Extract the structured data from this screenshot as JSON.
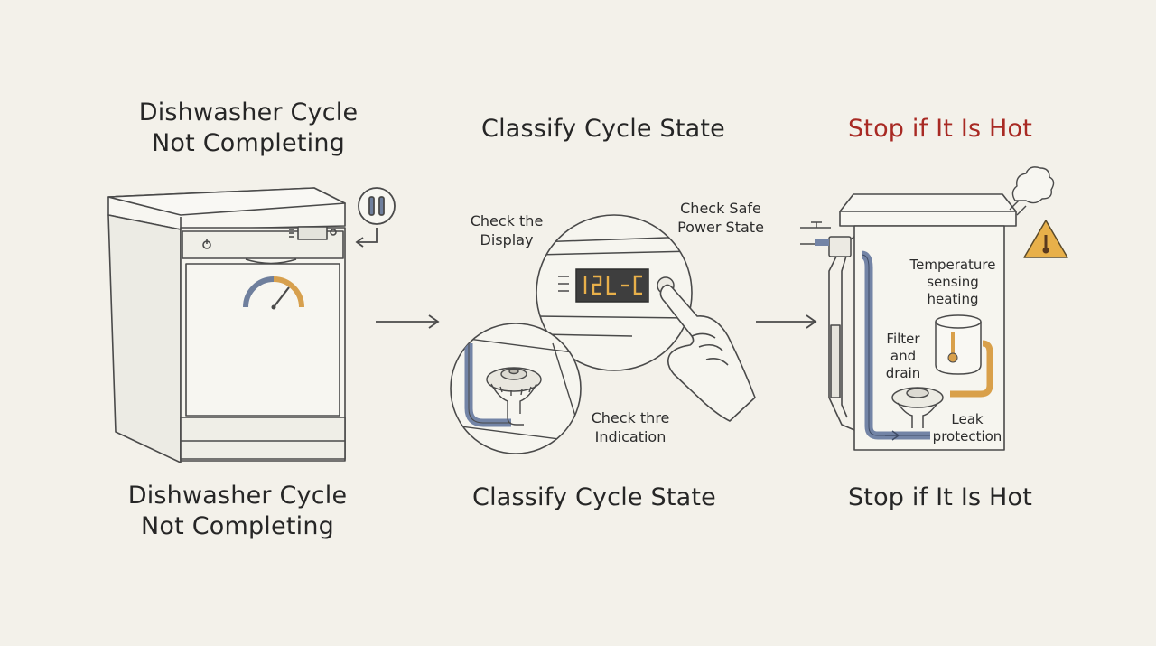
{
  "colors": {
    "background": "#f3f1ea",
    "line": "#4a4a4a",
    "warning_title": "#a82a24",
    "hose_blue": "#7384a6",
    "heat_orange": "#d9a04a",
    "warning_yellow": "#e8b04a"
  },
  "panel1": {
    "title_line1": "Dishwasher Cycle",
    "title_line2": "Not Completing",
    "caption_line1": "Dishwasher Cycle",
    "caption_line2": "Not Completing",
    "icons": [
      "dishwasher-icon",
      "pause-icon",
      "gauge-icon"
    ]
  },
  "panel2": {
    "title": "Classify Cycle State",
    "caption": "Classify Cycle State",
    "labels": {
      "display_line1": "Check the",
      "display_line2": "Display",
      "power_line1": "Check Safe",
      "power_line2": "Power State",
      "indication_line1": "Check thre",
      "indication_line2": "Indication"
    },
    "icons": [
      "control-panel-icon",
      "hand-pointer-icon",
      "drain-filter-icon"
    ]
  },
  "panel3": {
    "title": "Stop if It Is Hot",
    "caption": "Stop if It Is Hot",
    "labels": {
      "temp_line1": "Temperature",
      "temp_line2": "sensing",
      "temp_line3": "heating",
      "filter_line1": "Filter",
      "filter_line2": "and",
      "filter_line3": "drain",
      "leak_line1": "Leak",
      "leak_line2": "protection"
    },
    "icons": [
      "steam-icon",
      "warning-thermometer-icon",
      "water-tap-icon",
      "heater-cylinder-icon",
      "drain-filter-icon"
    ]
  },
  "arrows": [
    "arrow-right-icon",
    "arrow-right-icon"
  ]
}
